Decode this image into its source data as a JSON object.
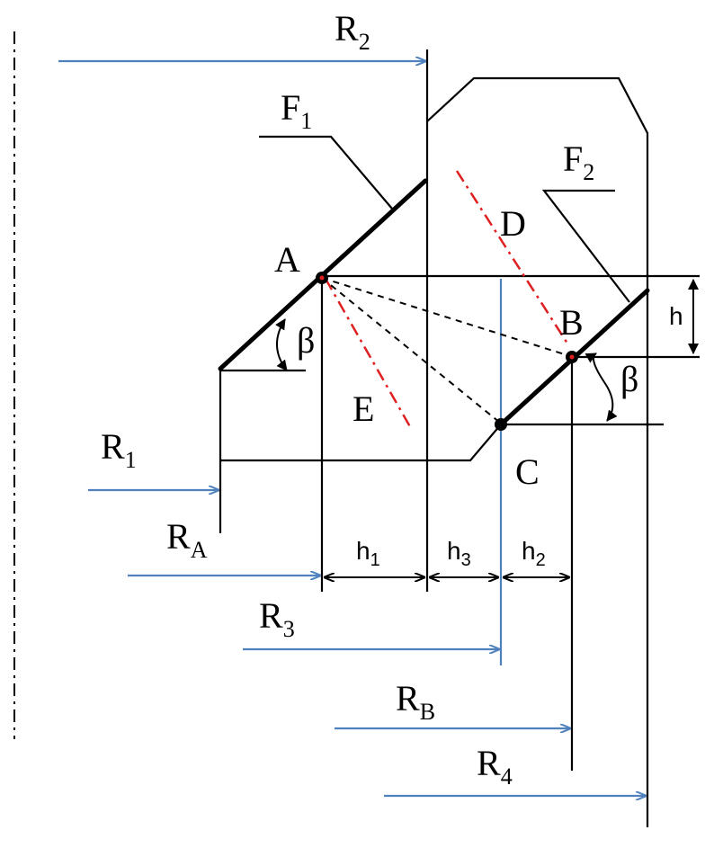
{
  "labels": {
    "R2": {
      "main": "R",
      "sub": "2"
    },
    "F1": {
      "main": "F",
      "sub": "1"
    },
    "F2": {
      "main": "F",
      "sub": "2"
    },
    "D": "D",
    "A": "A",
    "B": "B",
    "E": "E",
    "C": "C",
    "h": "h",
    "beta1": "β",
    "beta2": "β",
    "R1": {
      "main": "R",
      "sub": "1"
    },
    "RA": {
      "main": "R",
      "sub": "A"
    },
    "h1": {
      "main": "h",
      "sub": "1"
    },
    "h3": {
      "main": "h",
      "sub": "3"
    },
    "h2": {
      "main": "h",
      "sub": "2"
    },
    "R3": {
      "main": "R",
      "sub": "3"
    },
    "RB": {
      "main": "R",
      "sub": "B"
    },
    "R4": {
      "main": "R",
      "sub": "4"
    }
  },
  "colors": {
    "line": "#000000",
    "radius_arrow": "#4f81bd",
    "center_line": "#e02020"
  }
}
